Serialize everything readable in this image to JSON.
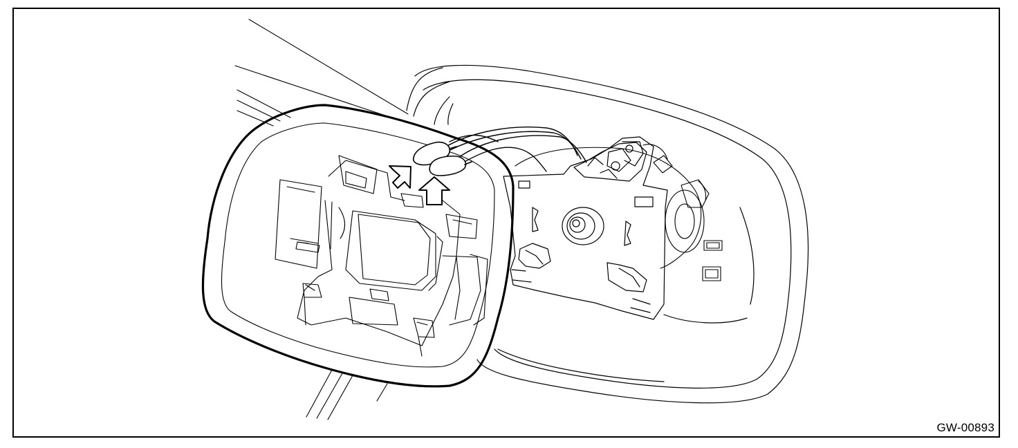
{
  "figure": {
    "id_label": "GW-00893"
  },
  "colors": {
    "line": "#000000",
    "background": "#ffffff"
  },
  "components": {
    "mirror_glass": "mirror-glass-with-heater",
    "mirror_housing": "mirror-housing",
    "actuator": "mirror-actuator-plate",
    "connectors": "heater-wire-connectors",
    "arrows": "disconnect-direction-arrows"
  }
}
